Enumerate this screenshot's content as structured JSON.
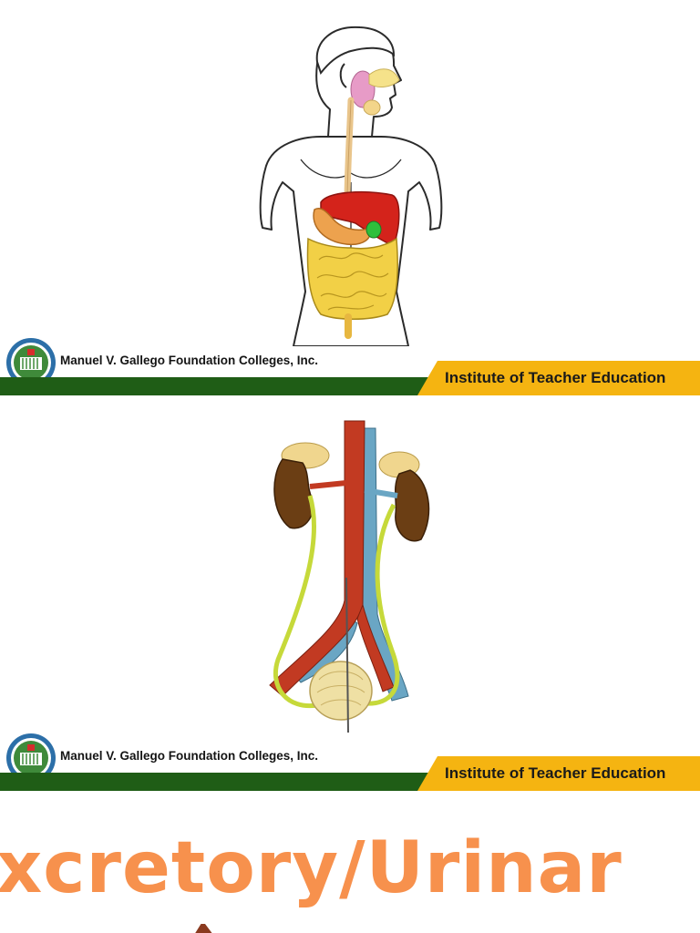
{
  "slides": [
    {
      "illustration": "digestive-system-diagram",
      "footer": {
        "college": "Manuel V. Gallego Foundation Colleges, Inc.",
        "institute": "Institute of Teacher Education"
      }
    },
    {
      "illustration": "urinary-system-model",
      "footer": {
        "college": "Manuel V. Gallego Foundation Colleges, Inc.",
        "institute": "Institute of Teacher Education"
      }
    },
    {
      "title": "xcretory/Urinar"
    }
  ],
  "colors": {
    "footer_green": "#1f5d16",
    "footer_gold": "#f5b411",
    "title_orange": "#f7914d"
  }
}
